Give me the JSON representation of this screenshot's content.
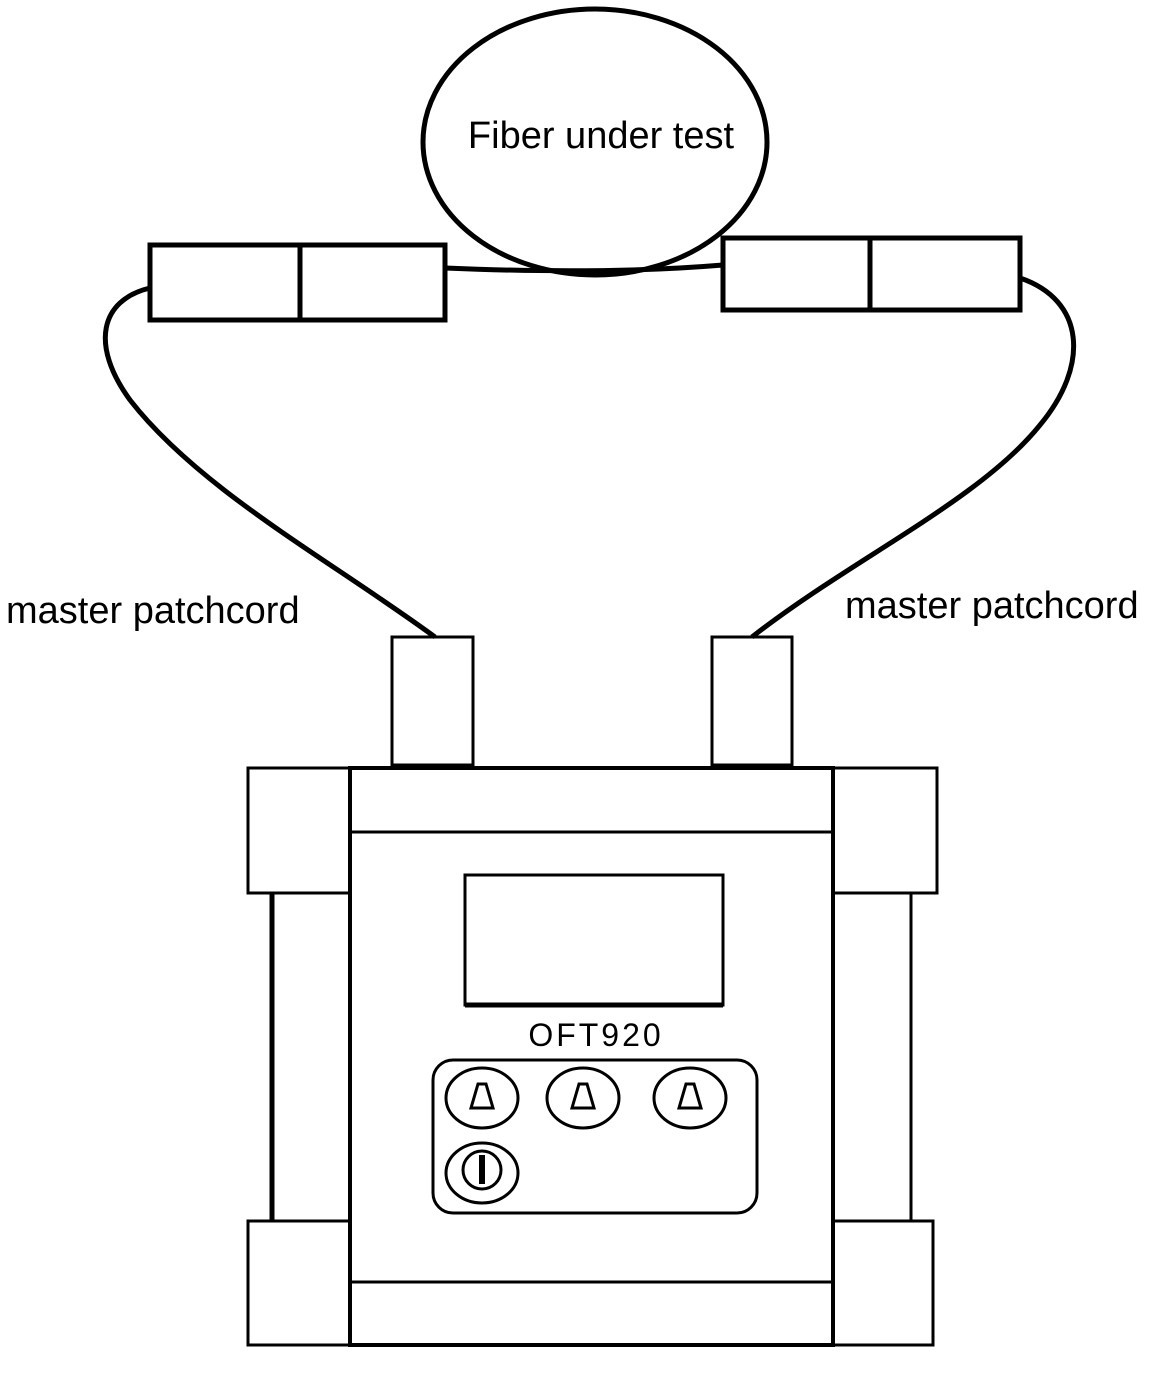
{
  "labels": {
    "fiber": "Fiber under test",
    "left_cord": "master patchcord",
    "right_cord": "master patchcord",
    "device_model": "OFT920"
  },
  "device": {
    "buttons": [
      {
        "icon": "triangle-icon"
      },
      {
        "icon": "triangle-icon"
      },
      {
        "icon": "triangle-icon"
      },
      {
        "icon": "power-icon"
      }
    ]
  },
  "colors": {
    "stroke": "#000000",
    "background": "#ffffff"
  }
}
